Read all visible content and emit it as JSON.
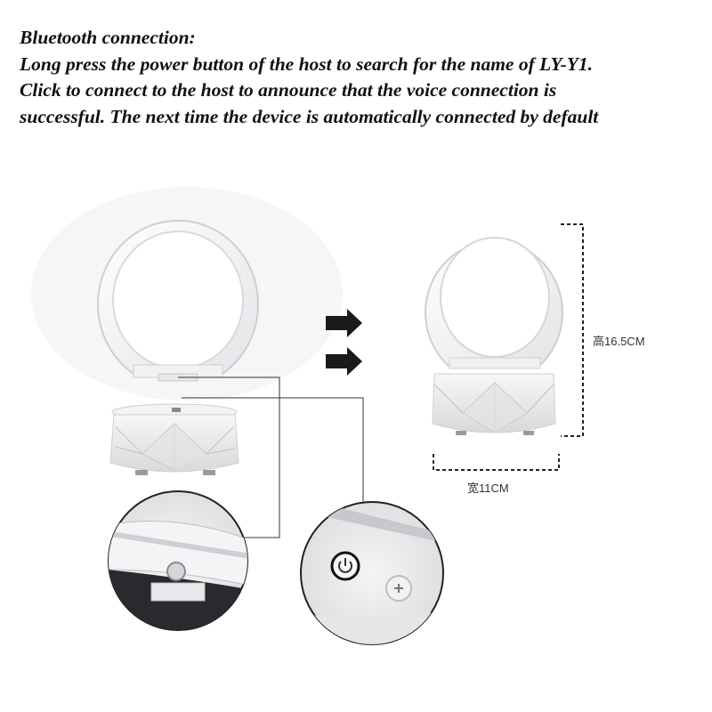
{
  "instructions": {
    "heading": "Bluetooth connection:",
    "line1": "Long press the power button of the host to search for the name of LY-Y1.",
    "line2": "Click to connect to the host to announce that the voice connection is",
    "line3": "successful. The next time the device is automatically connected by default"
  },
  "dimensions": {
    "height_label": "高16.5CM",
    "width_label": "宽11CM"
  },
  "icons": {
    "arrow": "right-arrow-icon",
    "power": "power-icon",
    "plus": "plus-icon"
  },
  "colors": {
    "text": "#111111",
    "product_body": "#ececee",
    "ring": "#f4f4f6",
    "callout_line": "#333333",
    "dimension_line": "#222222"
  }
}
